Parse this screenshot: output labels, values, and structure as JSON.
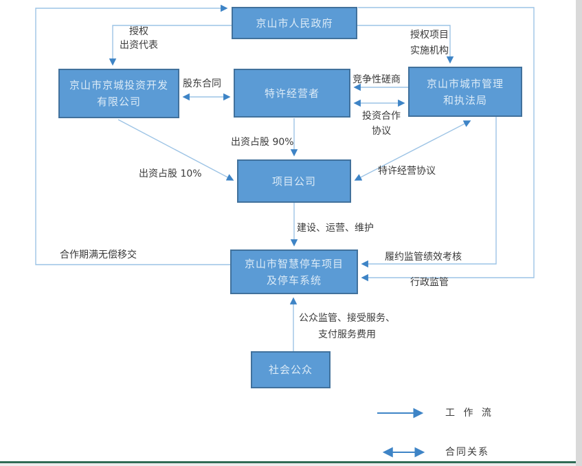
{
  "colors": {
    "box-fill": "#5b9bd5",
    "box-border": "#41719c",
    "box-text": "#dcebf7",
    "line-color": "#9cc3e5",
    "arrow-color": "#3e84c6",
    "label-color": "#3a3a3a",
    "divider-color": "#2f6b55",
    "edge-gray": "#d9d9d9"
  },
  "nodes": {
    "government": {
      "line1": "京山市人民政府"
    },
    "investment_company": {
      "line1": "京山市京城投资开发",
      "line2": "有限公司"
    },
    "franchise_operator": {
      "line1": "特许经营者"
    },
    "urban_mgmt_bureau": {
      "line1": "京山市城市管理",
      "line2": "和执法局"
    },
    "project_company": {
      "line1": "项目公司"
    },
    "parking_system": {
      "line1": "京山市智慧停车项目",
      "line2": "及停车系统"
    },
    "public": {
      "line1": "社会公众"
    }
  },
  "edges": {
    "authorize_left": {
      "line1": "授权",
      "line2": "出资代表"
    },
    "authorize_right": {
      "line1": "授权项目",
      "line2": "实施机构"
    },
    "shareholder_contract": {
      "label": "股东合同"
    },
    "competitive_negotiation": {
      "label": "竞争性磋商"
    },
    "investment_cooperation": {
      "line1": "投资合作",
      "line2": "协议"
    },
    "equity_90": {
      "label": "出资占股 90%"
    },
    "equity_10": {
      "label": "出资占股 10%"
    },
    "franchise_agreement": {
      "label": "特许经营协议"
    },
    "build_operate_maintain": {
      "label": "建设、运营、维护"
    },
    "handover": {
      "label": "合作期满无偿移交"
    },
    "performance_review": {
      "label": "履约监管绩效考核"
    },
    "admin_supervision": {
      "label": "行政监管"
    },
    "public_services": {
      "line1": "公众监管、接受服务、",
      "line2": "支付服务费用"
    }
  },
  "legend": {
    "workflow": "工 作 流",
    "contract": "合同关系"
  }
}
